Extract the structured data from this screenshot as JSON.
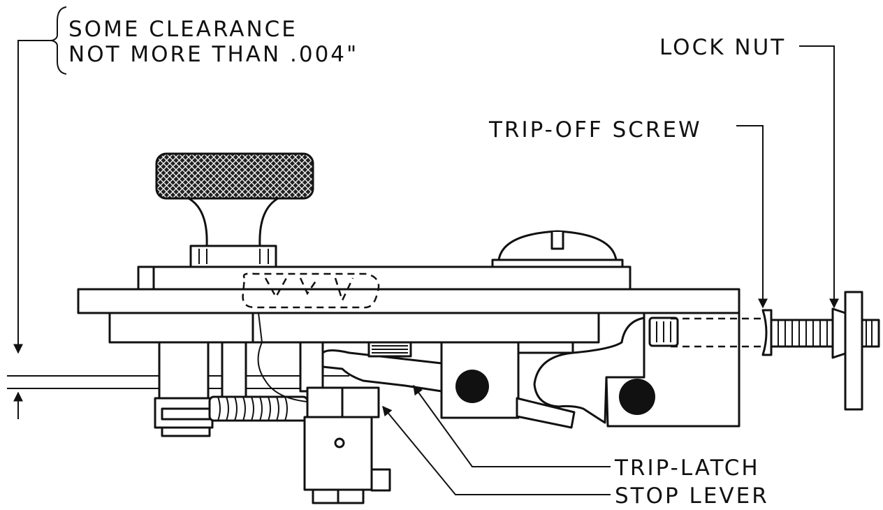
{
  "labels": {
    "clearance_line1": "SOME CLEARANCE",
    "clearance_line2": "NOT MORE THAN .004\"",
    "lock_nut": "LOCK NUT",
    "trip_off_screw": "TRIP-OFF SCREW",
    "trip_latch": "TRIP-LATCH",
    "stop_lever": "STOP LEVER"
  },
  "colors": {
    "ink": "#111111",
    "paper": "#ffffff"
  }
}
